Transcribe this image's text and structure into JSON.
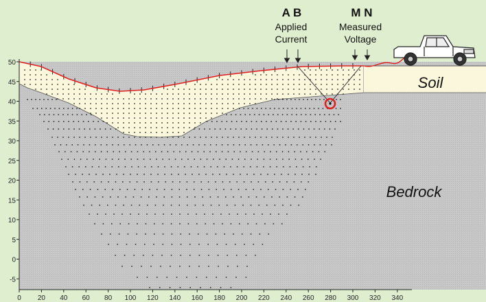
{
  "labels": {
    "ab_letters": "A B",
    "ab_line1": "Applied",
    "ab_line2": "Current",
    "mn_letters": "M N",
    "mn_line1": "Measured",
    "mn_line2": "Voltage",
    "soil": "Soil",
    "bedrock": "Bedrock"
  },
  "axes": {
    "y_ticks": [
      "50",
      "45",
      "40",
      "35",
      "30",
      "25",
      "20",
      "15",
      "10",
      "5",
      "0",
      "-5"
    ],
    "x_ticks": [
      "0",
      "20",
      "40",
      "60",
      "80",
      "100",
      "120",
      "140",
      "160",
      "180",
      "200",
      "220",
      "240",
      "260",
      "280",
      "300",
      "320",
      "340"
    ]
  },
  "colors": {
    "background": "#dfeecf",
    "bedrock": "#c9c9c9",
    "soil": "#fbf7dc",
    "surface_line": "#e02020",
    "highlight_circle": "#e02020"
  }
}
